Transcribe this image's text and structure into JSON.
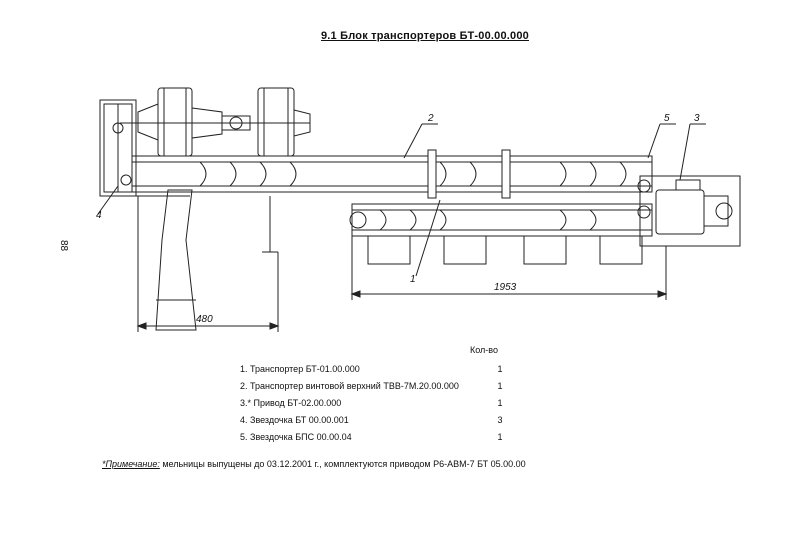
{
  "title": "9.1 Блок транспортеров БТ-00.00.000",
  "page_number": "88",
  "drawing": {
    "callouts": [
      "1",
      "2",
      "3",
      "4",
      "5"
    ],
    "dimensions": [
      "480",
      "1953"
    ]
  },
  "parts": {
    "qty_header": "Кол-во",
    "items": [
      {
        "name": "1. Транспортер БТ-01.00.000",
        "qty": "1"
      },
      {
        "name": "2. Транспортер винтовой верхний ТВВ-7М.20.00.000",
        "qty": "1"
      },
      {
        "name": "3.* Привод БТ-02.00.000",
        "qty": "1"
      },
      {
        "name": "4. Звездочка БТ 00.00.001",
        "qty": "3"
      },
      {
        "name": "5. Звездочка БПС 00.00.04",
        "qty": "1"
      }
    ]
  },
  "note": {
    "label": "*Примечание:",
    "text": " мельницы выпущены до 03.12.2001 г., комплектуются приводом Р6-АВМ-7 БТ 05.00.00"
  }
}
